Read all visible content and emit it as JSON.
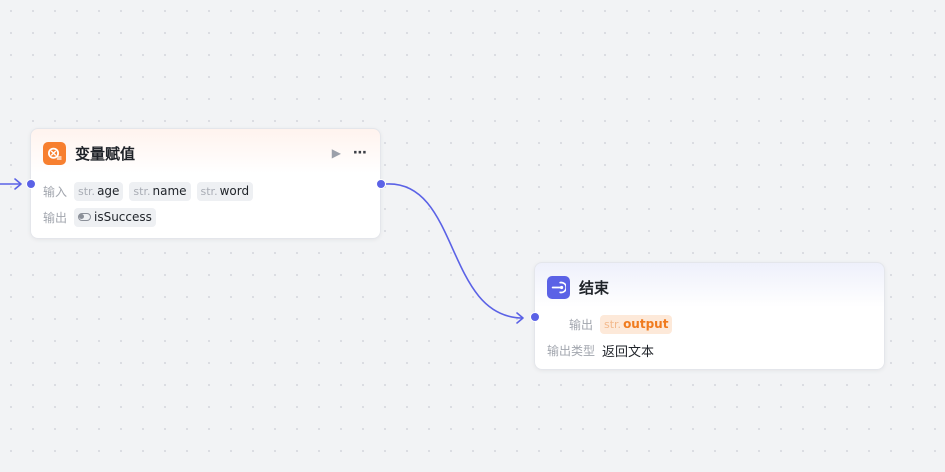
{
  "nodes": {
    "var_assign": {
      "title": "变量赋值",
      "input_label": "输入",
      "inputs": [
        {
          "type": "str.",
          "name": "age"
        },
        {
          "type": "str.",
          "name": "name"
        },
        {
          "type": "str.",
          "name": "word"
        }
      ],
      "output_label": "输出",
      "output": {
        "name": "isSuccess"
      },
      "actions": {
        "run_icon": "play-icon",
        "more_icon": "more-icon"
      },
      "icon": "variable-icon",
      "accent": "#f77f2f"
    },
    "end": {
      "title": "结束",
      "output_label": "输出",
      "output": {
        "type": "str.",
        "name": "output"
      },
      "output_type_label": "输出类型",
      "output_type_value": "返回文本",
      "icon": "end-icon",
      "accent": "#5b62e6"
    }
  },
  "edges": {
    "color": "#5b62e6"
  }
}
